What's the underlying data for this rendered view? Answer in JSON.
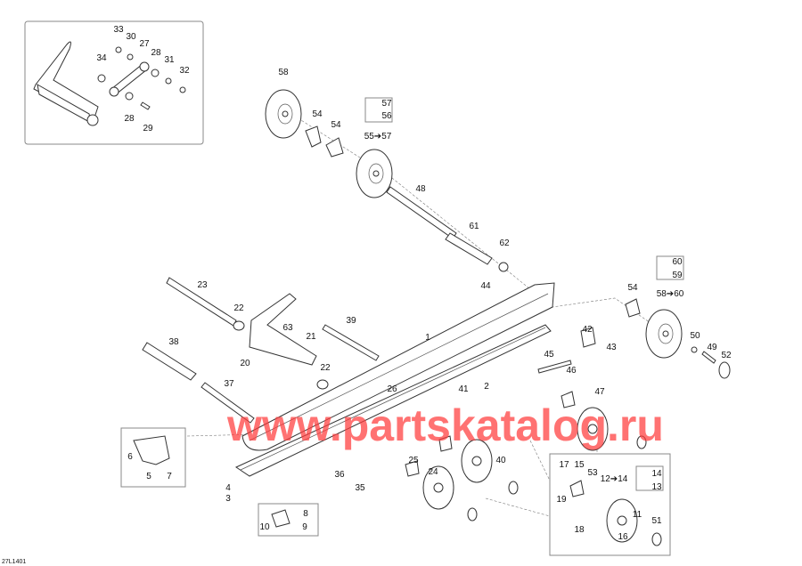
{
  "diagram": {
    "code": "27L1401",
    "watermark": "www.partskatalog.ru",
    "callouts": [
      "33",
      "30",
      "27",
      "34",
      "28",
      "31",
      "32",
      "28",
      "29",
      "58",
      "54",
      "54",
      "57",
      "56",
      "55➔57",
      "48",
      "61",
      "62",
      "23",
      "22",
      "39",
      "63",
      "21",
      "1",
      "20",
      "22",
      "38",
      "37",
      "2",
      "44",
      "60",
      "59",
      "58➔60",
      "54",
      "42",
      "43",
      "45",
      "46",
      "47",
      "50",
      "49",
      "52",
      "41",
      "40",
      "26",
      "25",
      "24",
      "6",
      "5",
      "7",
      "36",
      "35",
      "4",
      "3",
      "8",
      "10",
      "9",
      "17",
      "15",
      "53",
      "12➔14",
      "14",
      "13",
      "19",
      "18",
      "11",
      "51",
      "16"
    ],
    "colors": {
      "watermark": "#ff3b3b",
      "line": "#333333",
      "frame": "#888888"
    }
  }
}
